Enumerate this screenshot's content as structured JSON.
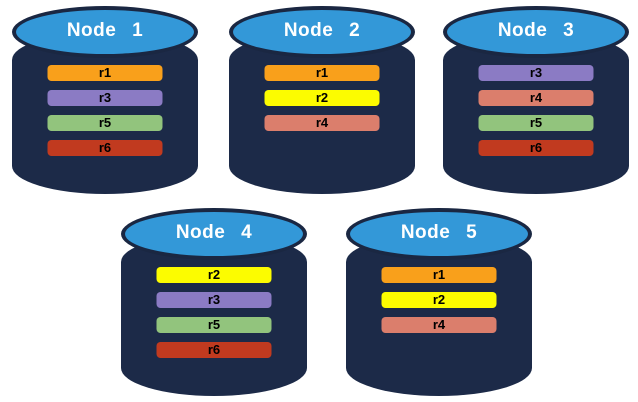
{
  "diagram": {
    "background": "#ffffff",
    "colors": {
      "cylinder_body": "#1C2A48",
      "cylinder_top_fill": "#3398D8",
      "cylinder_top_rim": "#1A2742",
      "label_text": "#ffffff",
      "row_text": "#000000",
      "rows": {
        "r1": "#F9A01B",
        "r2": "#FCFC00",
        "r3": "#8B7BC4",
        "r4": "#DB7E6C",
        "r5": "#92C47D",
        "r6": "#C13A1F"
      }
    },
    "nodes": [
      {
        "label": "Node 1",
        "rows": [
          "r1",
          "r3",
          "r5",
          "r6"
        ]
      },
      {
        "label": "Node 2",
        "rows": [
          "r1",
          "r2",
          "r4"
        ]
      },
      {
        "label": "Node 3",
        "rows": [
          "r3",
          "r4",
          "r5",
          "r6"
        ]
      },
      {
        "label": "Node 4",
        "rows": [
          "r2",
          "r3",
          "r5",
          "r6"
        ]
      },
      {
        "label": "Node 5",
        "rows": [
          "r1",
          "r2",
          "r4"
        ]
      }
    ]
  }
}
